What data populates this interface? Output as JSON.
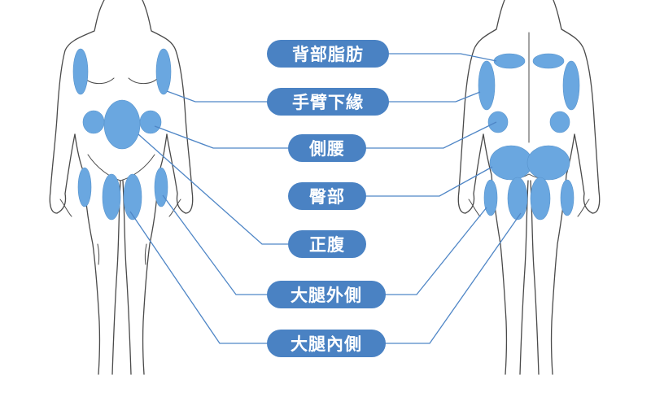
{
  "labels": {
    "back_fat": "背部脂肪",
    "upper_arm": "手臂下緣",
    "flank": "側腰",
    "buttocks": "臀部",
    "abdomen": "正腹",
    "outer_thigh": "大腿外側",
    "inner_thigh": "大腿內側"
  },
  "colors": {
    "region_fill": "#6aa7e0",
    "pill_fill": "#4a82c3",
    "leader_line": "#4f86c6",
    "outline": "#4a4a4a"
  }
}
